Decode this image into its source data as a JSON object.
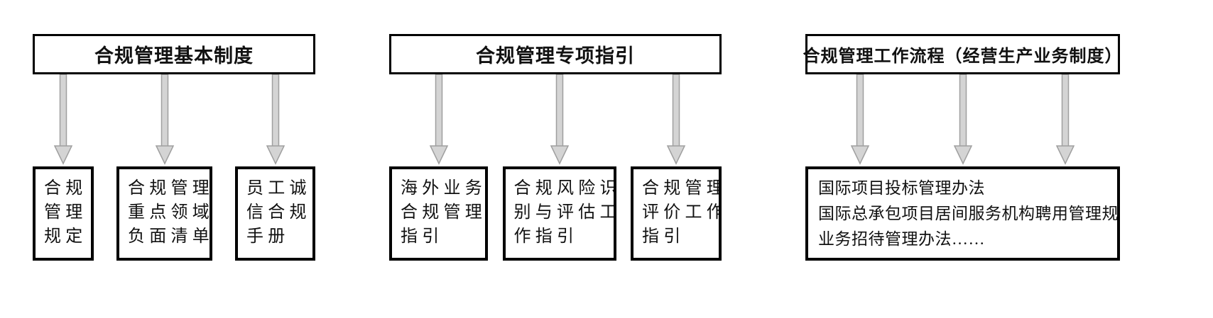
{
  "colors": {
    "background": "#ffffff",
    "box_border": "#000000",
    "text": "#111111",
    "arrow_fill": "#d4d4d4",
    "arrow_stroke": "#9f9f9f"
  },
  "icons": {
    "arrow": "down-arrow-icon"
  },
  "groups": [
    {
      "id": "basic-system",
      "header": "合规管理基本制度",
      "children": [
        {
          "lines": [
            "合规",
            "管理",
            "规定"
          ]
        },
        {
          "lines": [
            "合规管理",
            "重点领域",
            "负面清单"
          ]
        },
        {
          "lines": [
            "员工诚",
            "信合规",
            "手册"
          ]
        }
      ]
    },
    {
      "id": "special-guidelines",
      "header": "合规管理专项指引",
      "children": [
        {
          "lines": [
            "海外业务",
            "合规管理",
            "指引"
          ]
        },
        {
          "lines": [
            "合规风险识",
            "别与评估工",
            "作指引"
          ]
        },
        {
          "lines": [
            "合规管理",
            "评价工作",
            "指引"
          ]
        }
      ]
    },
    {
      "id": "work-process",
      "header": "合规管理工作流程（经营生产业务制度）",
      "box_lines": [
        "国际项目投标管理办法",
        "国际总承包项目居间服务机构聘用管理规定",
        "业务招待管理办法……"
      ]
    }
  ]
}
